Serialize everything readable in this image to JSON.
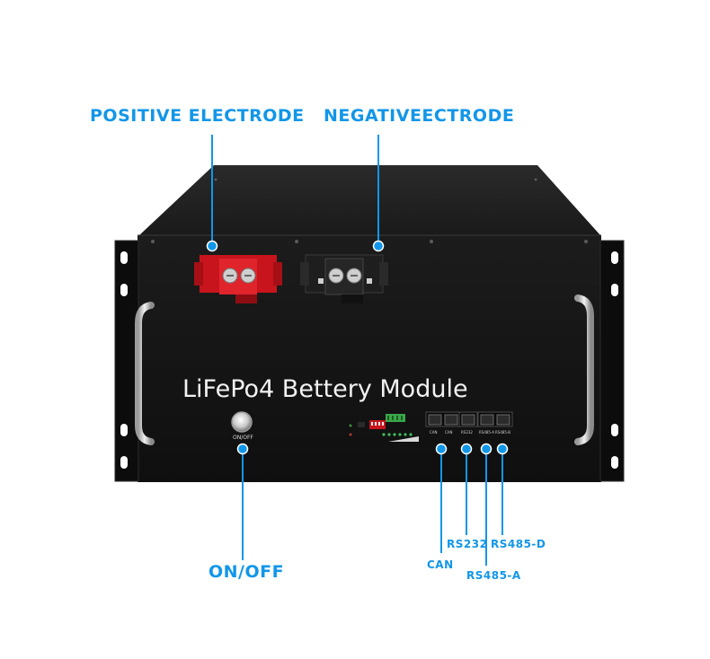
{
  "product": {
    "title": "LiFePo4 Bettery Module",
    "switch_label": "ON/OFF"
  },
  "callouts": {
    "positive": "POSITIVE ELECTRODE",
    "negative": "NEGATIVEECTRODE",
    "onoff": "ON/OFF",
    "can": "CAN",
    "rs232": "RS232",
    "rs485a": "RS485-A",
    "rs485d": "RS485-D"
  },
  "port_labels": [
    "CAN",
    "CAN",
    "RS232",
    "RS485-A",
    "RS485-B"
  ],
  "colors": {
    "accent": "#1296e8",
    "case": "#141414",
    "positive_terminal": "#c8141c",
    "negative_terminal": "#1a1a1a"
  }
}
